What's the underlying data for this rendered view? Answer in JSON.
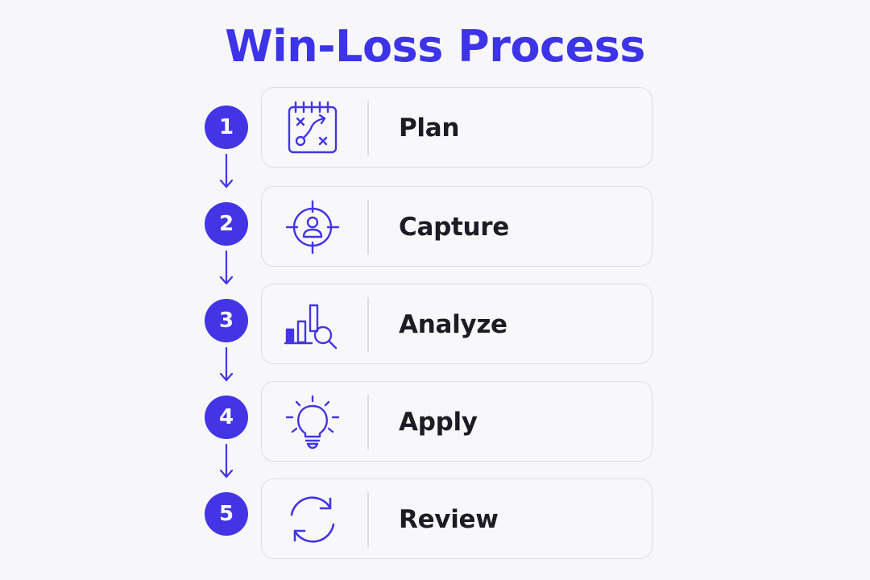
{
  "title": "Win-Loss Process",
  "colors": {
    "accent": "#4335e6",
    "title": "#3d33e8",
    "label": "#1c1c25",
    "card_border": "#dcdde6",
    "background": "#f7f7fa"
  },
  "steps": [
    {
      "number": "1",
      "label": "Plan",
      "icon": "strategy-calendar-icon"
    },
    {
      "number": "2",
      "label": "Capture",
      "icon": "target-person-icon"
    },
    {
      "number": "3",
      "label": "Analyze",
      "icon": "bar-chart-magnifier-icon"
    },
    {
      "number": "4",
      "label": "Apply",
      "icon": "lightbulb-icon"
    },
    {
      "number": "5",
      "label": "Review",
      "icon": "refresh-cycle-icon"
    }
  ]
}
